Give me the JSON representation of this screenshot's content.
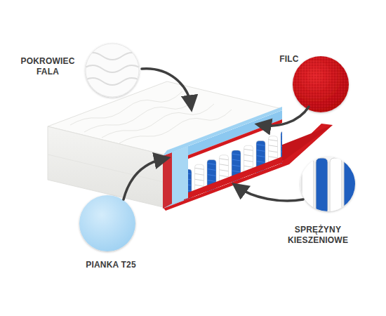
{
  "diagram": {
    "labels": [
      "POKROWIEC FALA",
      "FILC",
      "SPRĘŻYNY KIESZENIOWE",
      "PIANKA T25"
    ]
  }
}
